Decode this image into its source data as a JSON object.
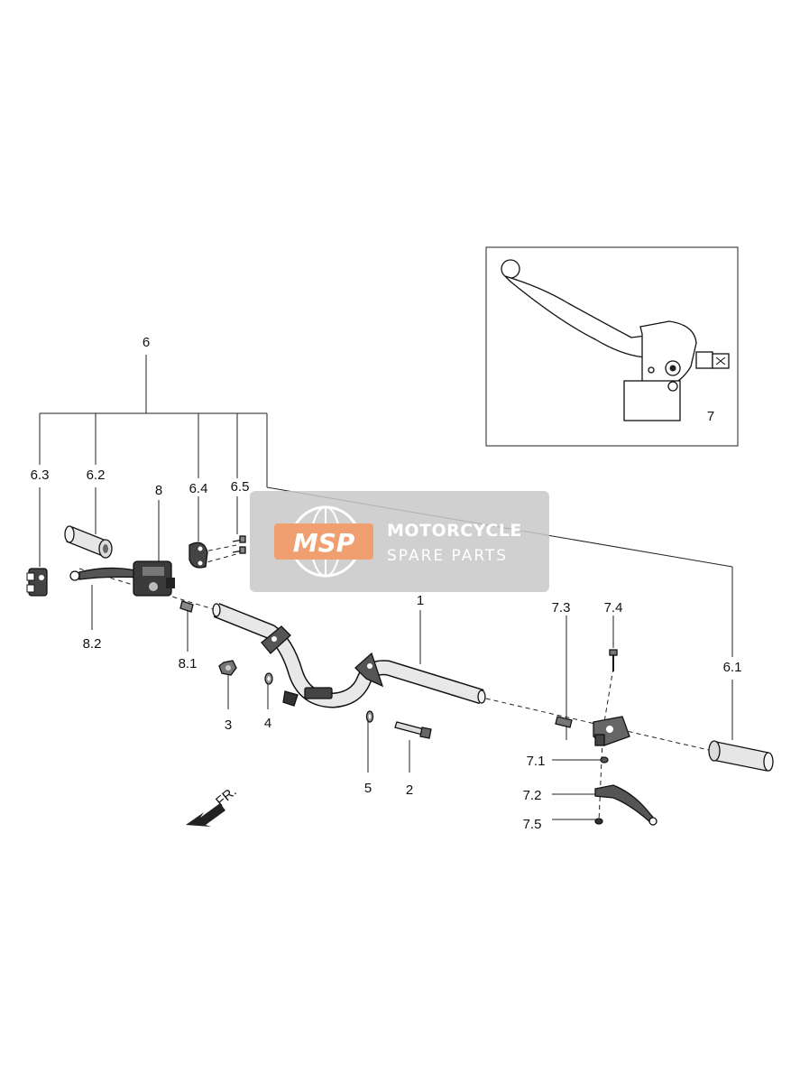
{
  "labels": {
    "l6": "6",
    "l6_3": "6.3",
    "l6_2": "6.2",
    "l8": "8",
    "l6_4": "6.4",
    "l6_5": "6.5",
    "l8_2": "8.2",
    "l8_1": "8.1",
    "l3": "3",
    "l4": "4",
    "l5": "5",
    "l2": "2",
    "l1": "1",
    "l7_3": "7.3",
    "l7_4": "7.4",
    "l6_1": "6.1",
    "l7_1": "7.1",
    "l7_2": "7.2",
    "l7_5": "7.5",
    "l7": "7"
  },
  "direction": "FR.",
  "watermark": {
    "logo": "MSP",
    "title": "MOTORCYCLE",
    "subtitle": "SPARE PARTS"
  },
  "icons": {
    "arrow": "front-direction-arrow-icon",
    "logo": "globe-logo-icon"
  }
}
